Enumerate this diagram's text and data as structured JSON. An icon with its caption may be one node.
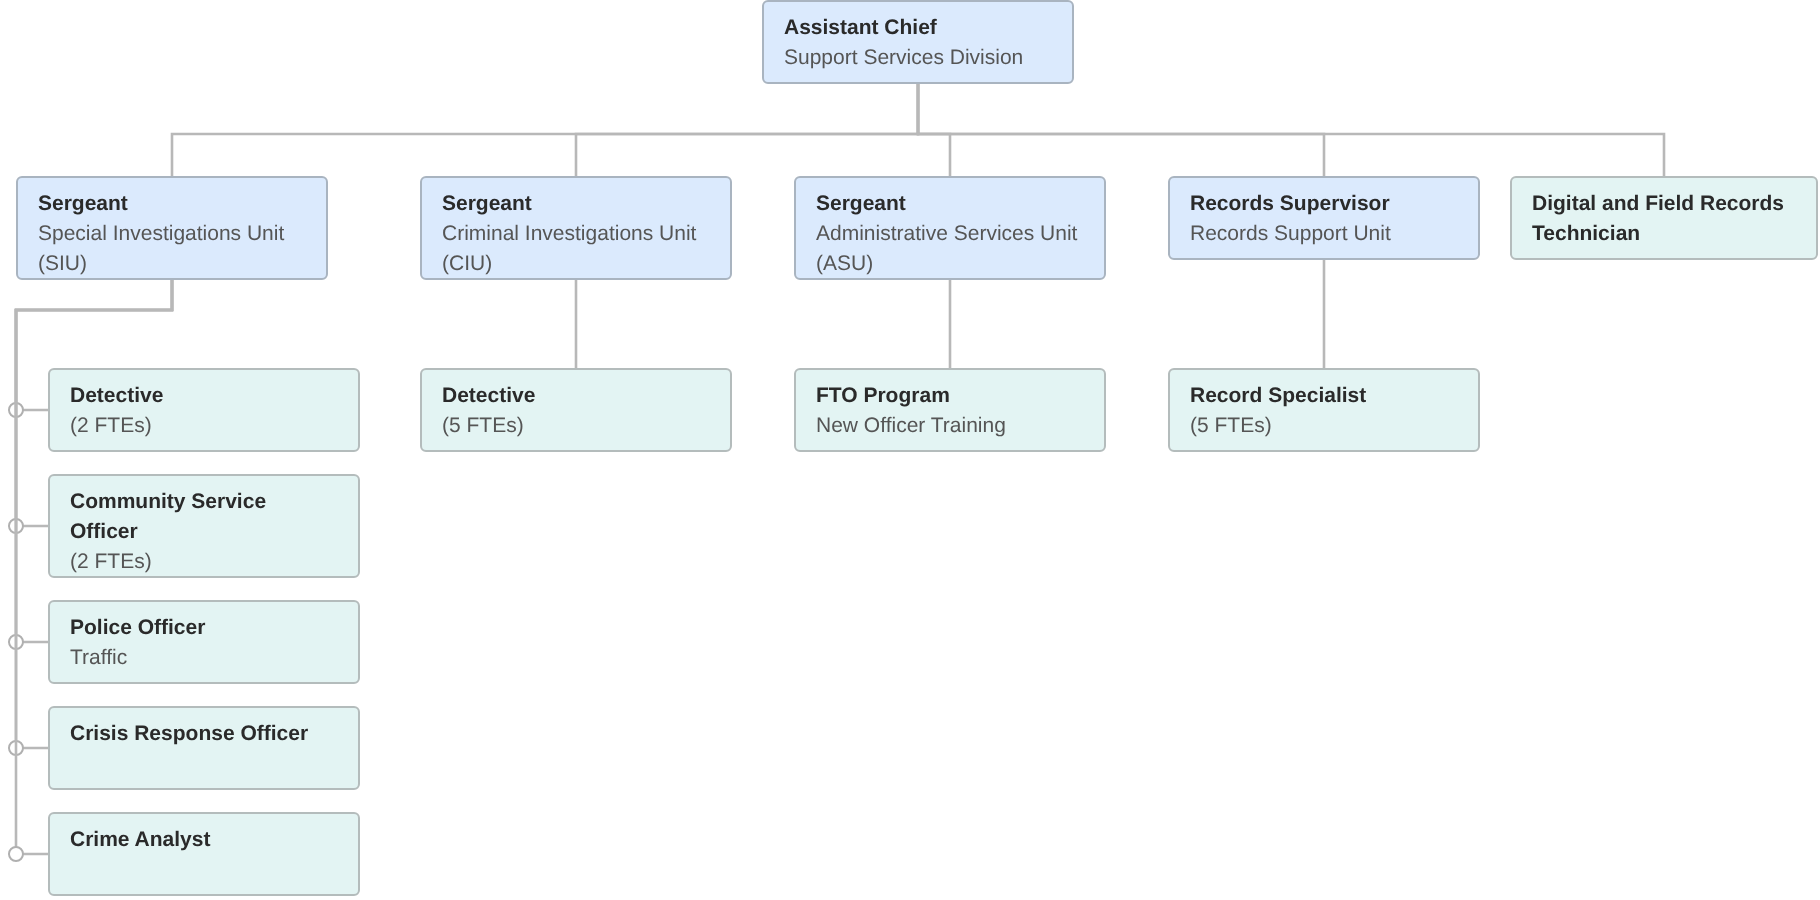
{
  "diagram": {
    "nodes": [
      {
        "text": [
          "Assistant Chief",
          "Support Services Division"
        ]
      },
      {
        "text": [
          "Sergeant",
          "Special Investigations Unit (SIU)"
        ]
      },
      {
        "text": [
          "Sergeant",
          "Criminal Investigations Unit (CIU)"
        ]
      },
      {
        "text": [
          "Sergeant",
          "Administrative Services Unit (ASU)"
        ]
      },
      {
        "text": [
          "Records Supervisor",
          "Records Support Unit"
        ]
      },
      {
        "text": [
          "Digital and Field Records Technician"
        ]
      },
      {
        "text": [
          "Detective",
          "(2 FTEs)"
        ]
      },
      {
        "text": [
          "Community Service Officer",
          "(2 FTEs)"
        ]
      },
      {
        "text": [
          "Police Officer",
          "Traffic"
        ]
      },
      {
        "text": [
          "Crisis Response Officer"
        ]
      },
      {
        "text": [
          "Crime Analyst"
        ]
      },
      {
        "text": [
          "Detective",
          "(5 FTEs)"
        ]
      },
      {
        "text": [
          "FTO Program",
          "New Officer Training"
        ]
      },
      {
        "text": [
          "Record Specialist",
          "(5 FTEs)"
        ]
      }
    ],
    "edges": [
      {
        "from": 0,
        "to": 1,
        "arrow": "none"
      },
      {
        "from": 0,
        "to": 2,
        "arrow": "none"
      },
      {
        "from": 0,
        "to": 3,
        "arrow": "none"
      },
      {
        "from": 0,
        "to": 4,
        "arrow": "none"
      },
      {
        "from": 0,
        "to": 5,
        "arrow": "none"
      },
      {
        "from": 1,
        "to": 6,
        "arrow": "none"
      },
      {
        "from": 1,
        "to": 7,
        "arrow": "none"
      },
      {
        "from": 1,
        "to": 8,
        "arrow": "none"
      },
      {
        "from": 1,
        "to": 9,
        "arrow": "none"
      },
      {
        "from": 1,
        "to": 10,
        "arrow": "none"
      },
      {
        "from": 2,
        "to": 11,
        "arrow": "none"
      },
      {
        "from": 3,
        "to": 12,
        "arrow": "none"
      },
      {
        "from": 4,
        "to": 13,
        "arrow": "none"
      }
    ]
  }
}
